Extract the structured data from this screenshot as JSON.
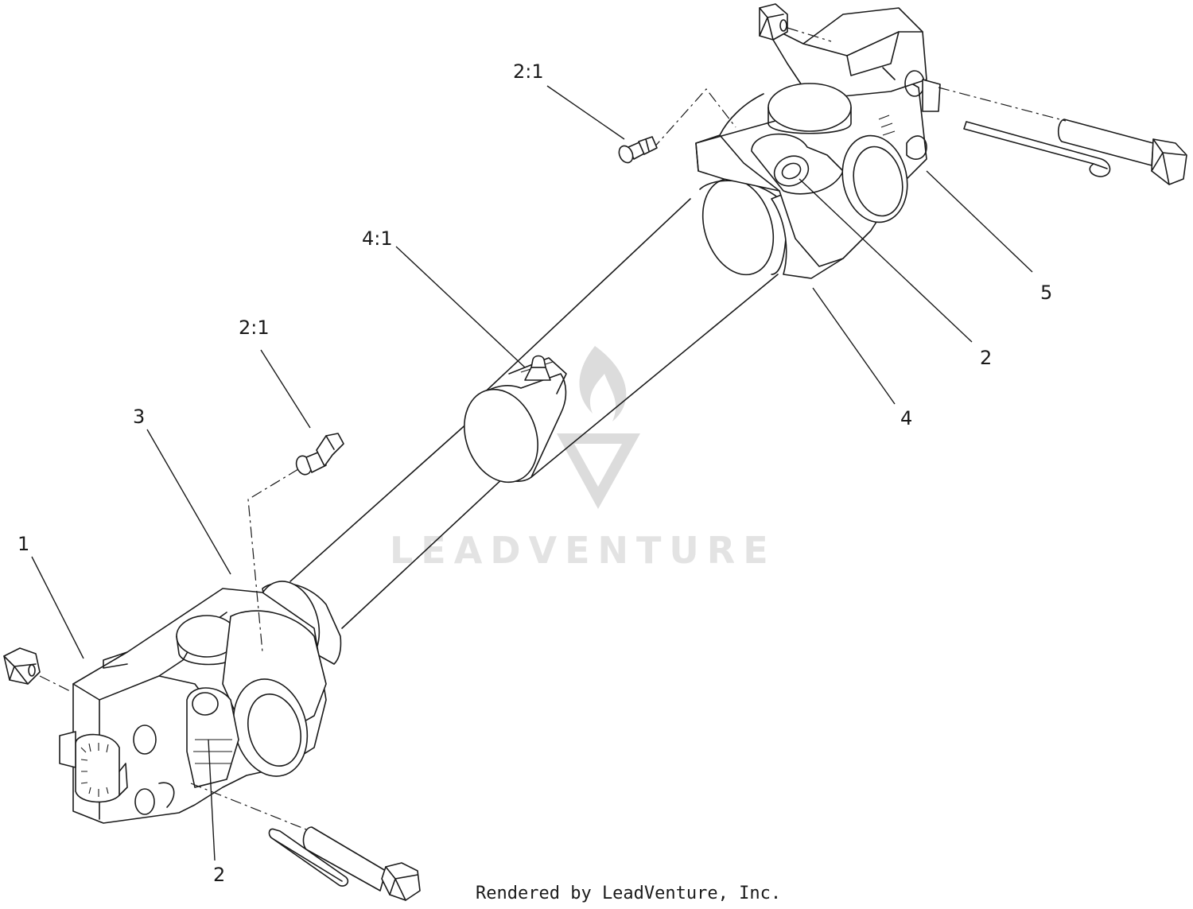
{
  "callouts": {
    "c1": "1",
    "c3": "3",
    "c2_lower": "2",
    "c21_left": "2:1",
    "c41": "4:1",
    "c21_top": "2:1",
    "c5": "5",
    "c2_upper": "2",
    "c4": "4"
  },
  "watermark": {
    "text": "LEADVENTURE"
  },
  "footer": {
    "credit": "Rendered by LeadVenture, Inc."
  },
  "colors": {
    "line": "#1a1a1a",
    "watermark": "#dcdcdc",
    "background": "#ffffff"
  }
}
